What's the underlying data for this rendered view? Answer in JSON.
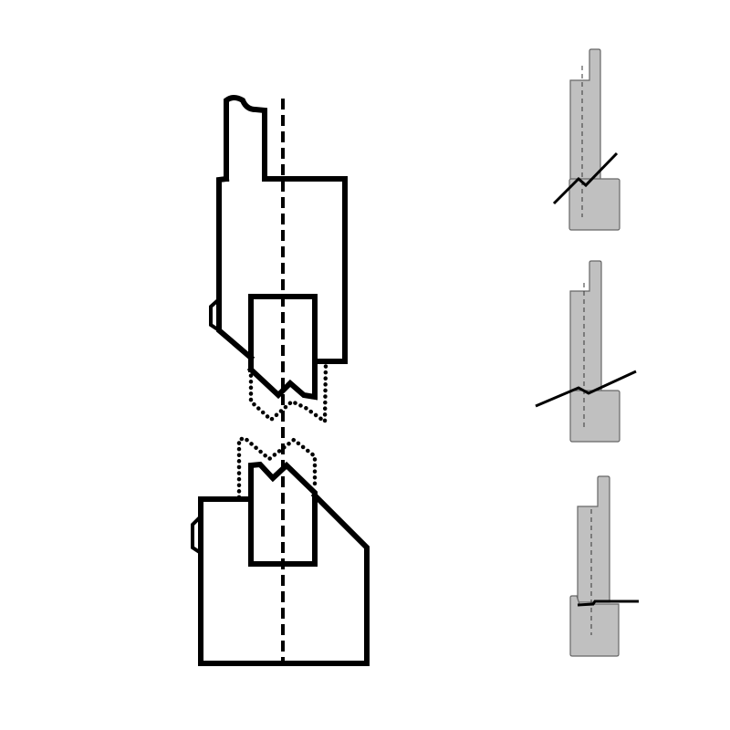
{
  "diagram": {
    "colors": {
      "outline": "#000000",
      "tool_fill": "#c0c0c0",
      "tool_outline": "#666666",
      "background": "#ffffff"
    },
    "main_view": {
      "elements": [
        "upper-tool-holder",
        "punch",
        "punch-ghost-dotted",
        "die-holder",
        "die",
        "die-ghost-dotted",
        "centerline"
      ]
    },
    "side_views": [
      {
        "stage": 1,
        "sheet": "bent-v"
      },
      {
        "stage": 2,
        "sheet": "shallow-bend"
      },
      {
        "stage": 3,
        "sheet": "flat"
      }
    ]
  }
}
